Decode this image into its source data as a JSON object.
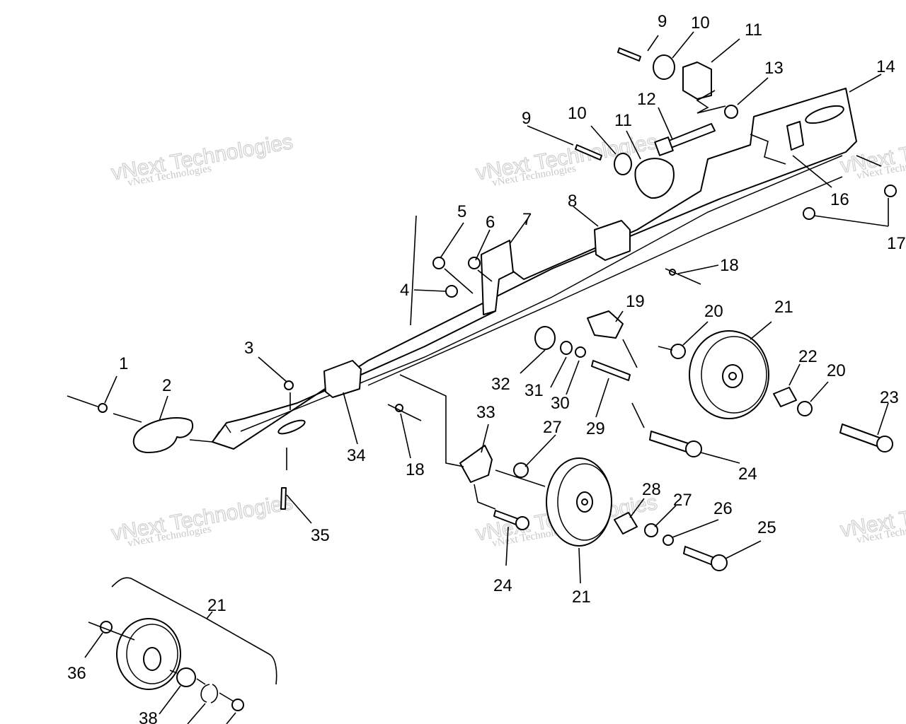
{
  "watermarks": [
    {
      "small": "vNext Technologies",
      "big": "vNext Technologies"
    },
    {
      "small": "vNext Technologies",
      "big": "vNext Technologies"
    },
    {
      "small": "vNext Technologies",
      "big": "vNext Technologies"
    },
    {
      "small": "vNext Technologies",
      "big": "vNext Technologies"
    },
    {
      "small": "vNext Technologies",
      "big": "vNext Technologies"
    },
    {
      "small": "vNext Technologies",
      "big": "vNext Technologies"
    }
  ],
  "callouts": [
    "1",
    "2",
    "3",
    "4",
    "5",
    "6",
    "7",
    "8",
    "9",
    "10",
    "11",
    "9",
    "10",
    "11",
    "12",
    "13",
    "14",
    "16",
    "17",
    "18",
    "18",
    "19",
    "20",
    "21",
    "22",
    "20",
    "23",
    "24",
    "24",
    "25",
    "26",
    "27",
    "27",
    "28",
    "29",
    "30",
    "31",
    "32",
    "33",
    "34",
    "35",
    "21",
    "21",
    "36",
    "38"
  ]
}
